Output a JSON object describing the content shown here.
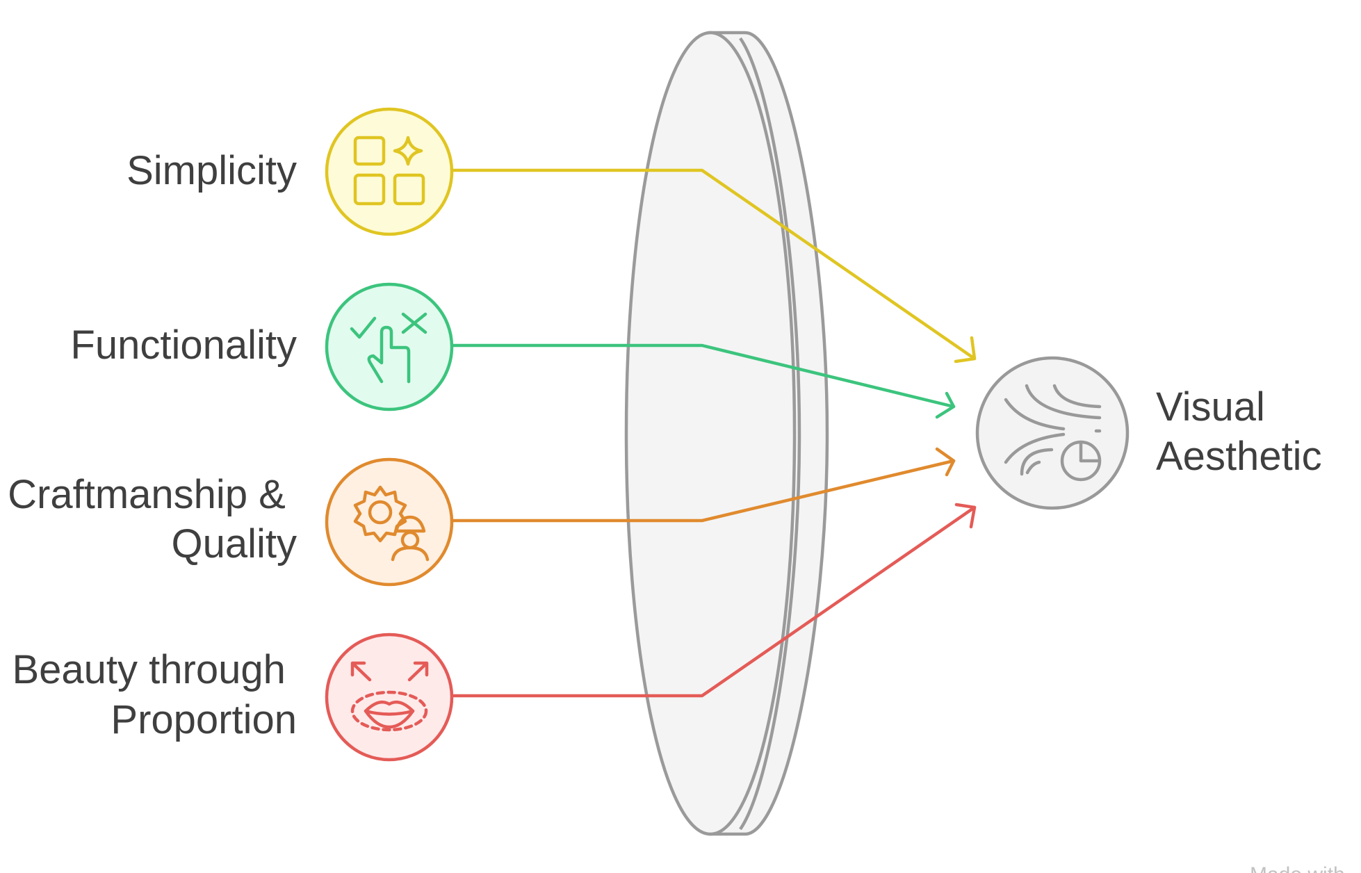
{
  "inputs": [
    {
      "id": "simplicity",
      "lines": [
        "Simplicity"
      ],
      "icon": "shapes-sparkle-icon",
      "stroke": "#e0c522",
      "fill": "#fefbd8"
    },
    {
      "id": "functionality",
      "lines": [
        "Functionality"
      ],
      "icon": "hand-check-cross-icon",
      "stroke": "#3cc47d",
      "fill": "#e2fbef"
    },
    {
      "id": "craftmanship",
      "lines": [
        "Craftmanship &",
        "Quality"
      ],
      "icon": "gear-worker-icon",
      "stroke": "#e08a2e",
      "fill": "#fff0e2"
    },
    {
      "id": "beauty",
      "lines": [
        "Beauty through",
        "Proportion"
      ],
      "icon": "lips-expand-icon",
      "stroke": "#e45b57",
      "fill": "#ffeaea"
    }
  ],
  "output": {
    "lines": [
      "Visual",
      "Aesthetic"
    ],
    "icon": "flow-chart-icon",
    "stroke": "#999999",
    "fill": "#f3f3f3"
  },
  "lens": {
    "stroke": "#9a9a9a",
    "fill": "#f4f4f4"
  },
  "watermark": "Made with"
}
